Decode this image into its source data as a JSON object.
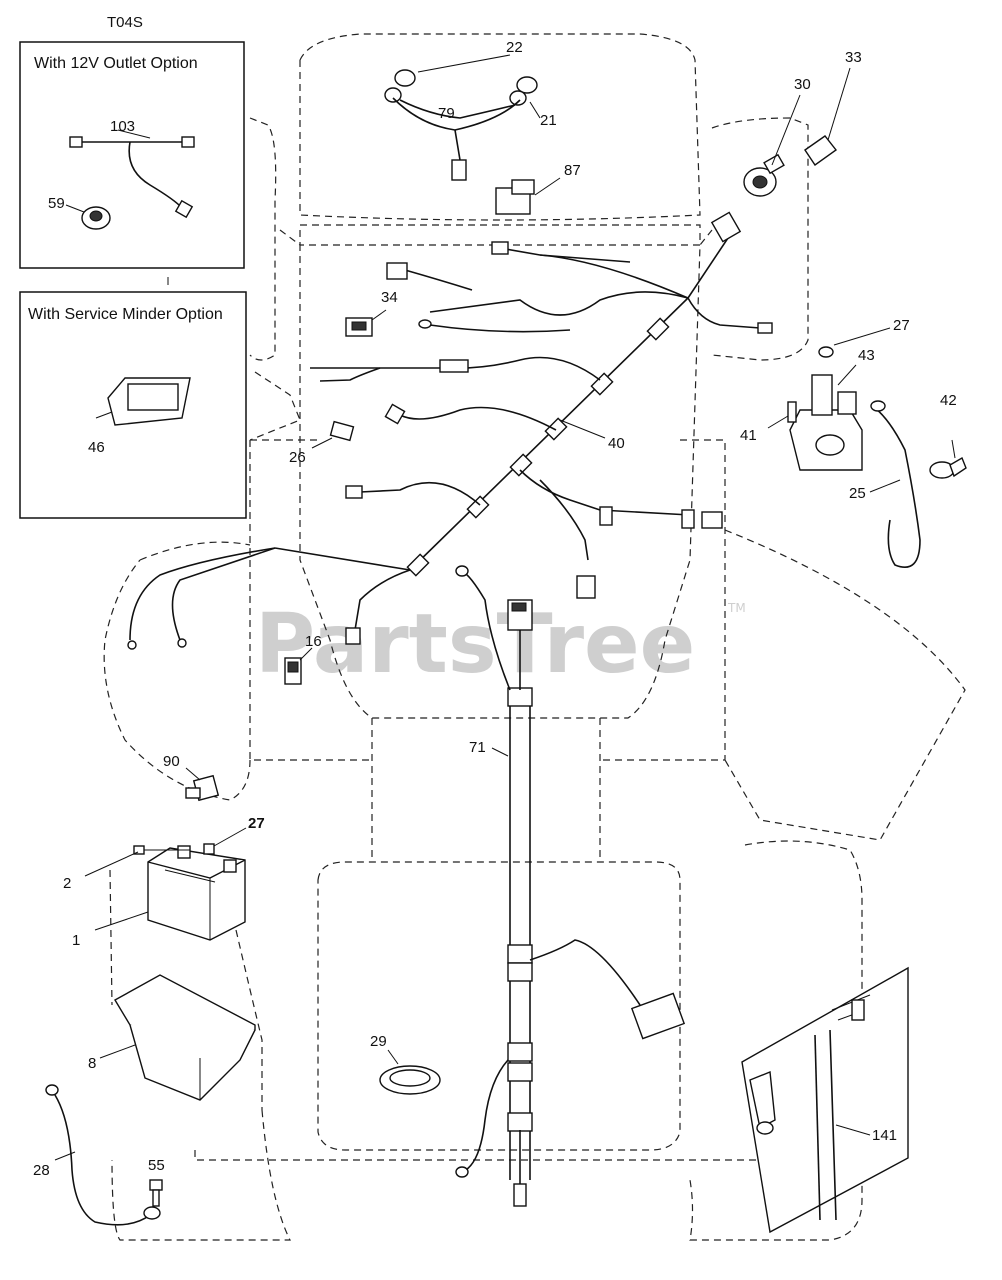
{
  "diagram": {
    "code": "T04S",
    "watermark": "PartsTree",
    "trademark": "TM",
    "inset_12v": {
      "title": "With 12V Outlet Option"
    },
    "inset_service": {
      "title": "With Service Minder Option"
    },
    "callouts": {
      "c22": "22",
      "c79": "79",
      "c21": "21",
      "c30": "30",
      "c33": "33",
      "c87": "87",
      "c34": "34",
      "c40": "40",
      "c26": "26",
      "c27a": "27",
      "c43": "43",
      "c42": "42",
      "c41": "41",
      "c25": "25",
      "c16": "16",
      "c71": "71",
      "c90": "90",
      "c27b": "27",
      "c2": "2",
      "c1": "1",
      "c8": "8",
      "c29": "29",
      "c28": "28",
      "c55": "55",
      "c141": "141",
      "c103": "103",
      "c59": "59",
      "c46": "46"
    }
  }
}
